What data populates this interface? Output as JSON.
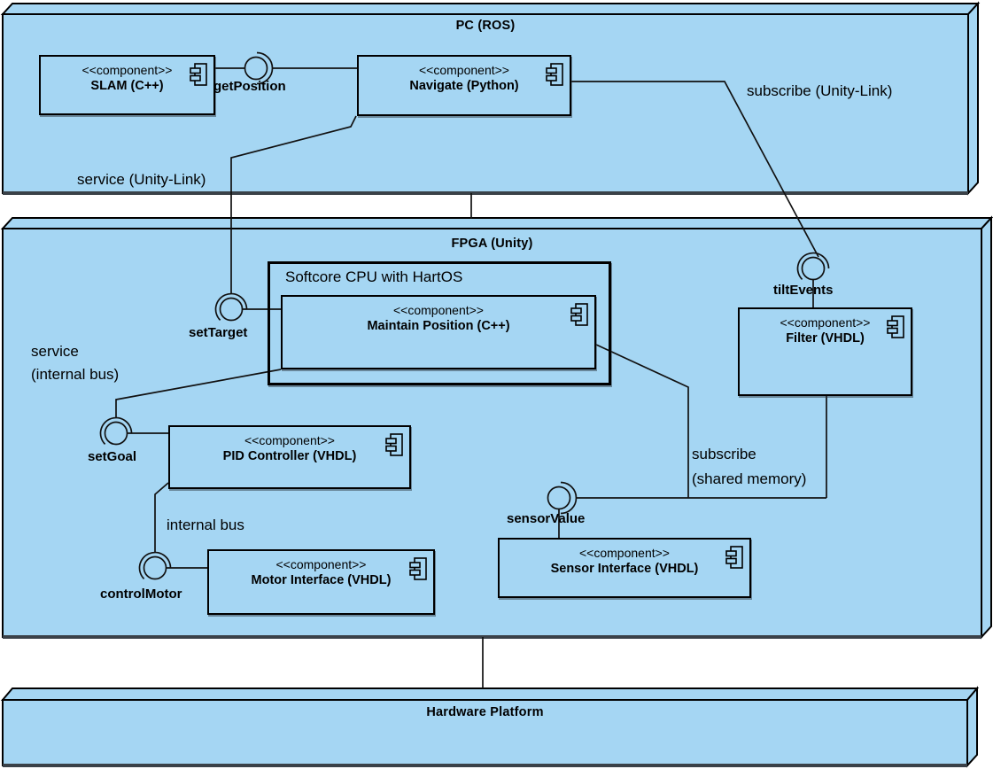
{
  "colors": {
    "node_fill": "#A5D6F3",
    "stroke": "#000000",
    "edge_shadow": "#3A4148",
    "background": "#FFFFFF"
  },
  "nodes": {
    "pc": {
      "title": "PC (ROS)"
    },
    "fpga": {
      "title": "FPGA (Unity)"
    },
    "hardware": {
      "title": "Hardware Platform"
    }
  },
  "softcore": {
    "title": "Softcore CPU with HartOS"
  },
  "components": {
    "slam": {
      "stereotype": "<<component>>",
      "name": "SLAM (C++)"
    },
    "navigate": {
      "stereotype": "<<component>>",
      "name": "Navigate (Python)"
    },
    "maintain": {
      "stereotype": "<<component>>",
      "name": "Maintain Position (C++)"
    },
    "filter": {
      "stereotype": "<<component>>",
      "name": "Filter (VHDL)"
    },
    "pid": {
      "stereotype": "<<component>>",
      "name": "PID Controller (VHDL)"
    },
    "motor": {
      "stereotype": "<<component>>",
      "name": "Motor Interface (VHDL)"
    },
    "sensor": {
      "stereotype": "<<component>>",
      "name": "Sensor Interface (VHDL)"
    }
  },
  "interfaces": {
    "getPosition": "getPosition",
    "setTarget": "setTarget",
    "setGoal": "setGoal",
    "controlMotor": "controlMotor",
    "sensorValue": "sensorValue",
    "tiltEvents": "tiltEvents"
  },
  "link_labels": {
    "service_unity": "service (Unity-Link)",
    "subscribe_unity": "subscribe (Unity-Link)",
    "service_internal": "service\n(internal bus)",
    "internal_bus": "internal bus",
    "subscribe_shared": "subscribe\n(shared memory)"
  }
}
